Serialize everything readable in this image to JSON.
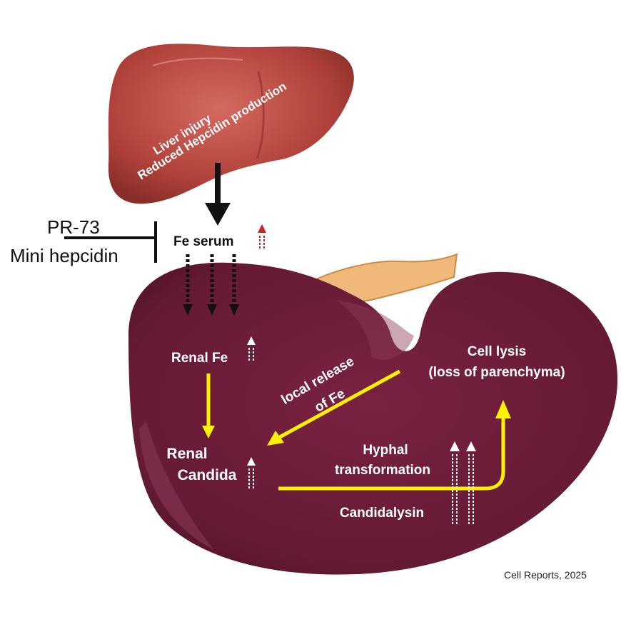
{
  "liver": {
    "line1": "Liver injury",
    "line2": "Reduced Hepcidin production"
  },
  "inhibitor": {
    "line1": "PR-73",
    "line2": "Mini hepcidin"
  },
  "fe_serum": "Fe serum",
  "renal_fe": "Renal Fe",
  "renal_candida": {
    "line1": "Renal",
    "line2": "Candida"
  },
  "local_release": {
    "line1": "local release",
    "line2": "of Fe"
  },
  "cell_lysis": {
    "line1": "Cell lysis",
    "line2": "(loss of parenchyma)"
  },
  "hyphal": {
    "line1": "Hyphal",
    "line2": "transformation"
  },
  "candidalysin": "Candidalysin",
  "source": "Cell Reports, 2025",
  "colors": {
    "liver": "#b5433c",
    "kidney": "#6e1c36",
    "flow_arrow": "#fff200",
    "up_red": "#c0281f",
    "hilum": "#f0b879"
  }
}
